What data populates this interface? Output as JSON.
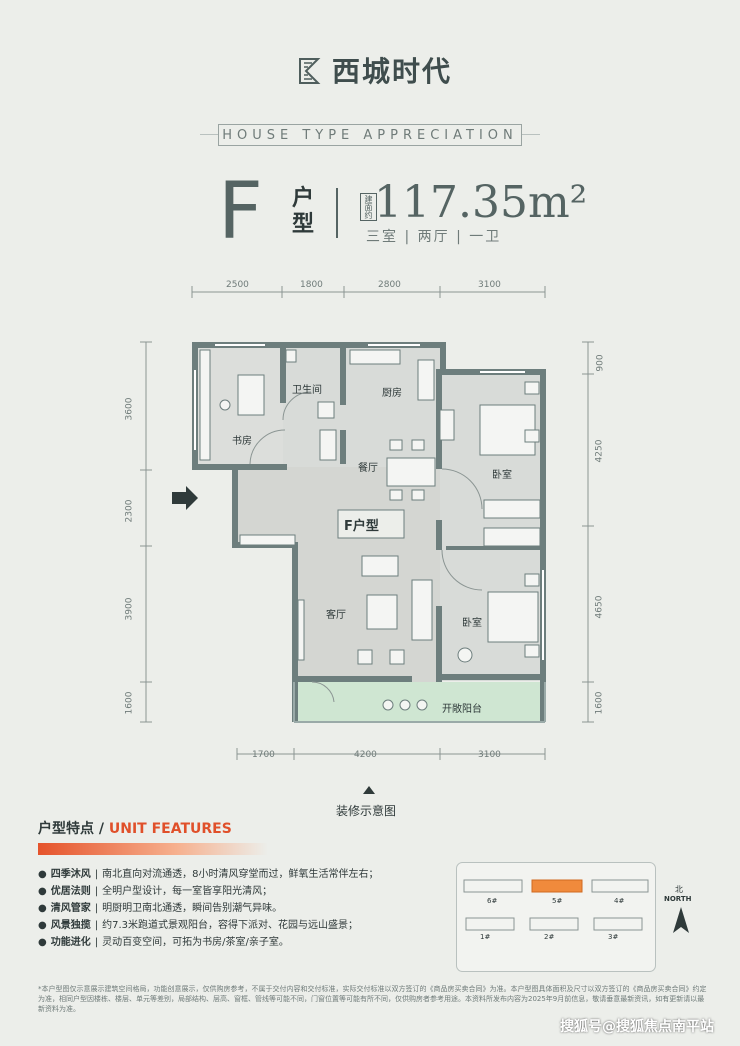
{
  "brand": {
    "name": "西城时代"
  },
  "banner": "HOUSE TYPE APPRECIATION",
  "unit": {
    "letter": "F",
    "label_line1": "户",
    "label_line2": "型",
    "area_tag": "建面约",
    "area": "117.35m²",
    "rooms": "三室 | 两厅 | 一卫"
  },
  "dimensions": {
    "top": [
      "2500",
      "1800",
      "2800",
      "3100"
    ],
    "bottom": [
      "1700",
      "4200",
      "3100"
    ],
    "left": [
      "3600",
      "2300",
      "3900",
      "1600"
    ],
    "right": [
      "900",
      "4250",
      "4650",
      "1600"
    ]
  },
  "rooms": {
    "study": "书房",
    "bathroom": "卫生间",
    "kitchen": "厨房",
    "dining": "餐厅",
    "bedroom1": "卧室",
    "bedroom2": "卧室",
    "living": "客厅",
    "balcony": "开敞阳台",
    "plan_label": "F户型"
  },
  "caption": "装修示意图",
  "features": {
    "title_cn": "户型特点 / ",
    "title_en": "UNIT FEATURES",
    "items": [
      {
        "key": "四季沐风",
        "text": "南北直向对流通透，8小时清风穿堂而过，鲜氧生活常伴左右；"
      },
      {
        "key": "优居法则",
        "text": "全明户型设计，每一室皆享阳光清风；"
      },
      {
        "key": "清风管家",
        "text": "明厨明卫南北通透，瞬间告别潮气异味。"
      },
      {
        "key": "风景独揽",
        "text": "约7.3米跑道式景观阳台，容得下派对、花园与远山盛景；"
      },
      {
        "key": "功能进化",
        "text": "灵动百变空间，可拓为书房/茶室/亲子室。"
      }
    ]
  },
  "siteplan": {
    "buildings": [
      "6#",
      "5#",
      "4#",
      "1#",
      "2#",
      "3#"
    ],
    "compass_cn": "北",
    "compass_en": "NORTH"
  },
  "disclaimer": "*本户型图仅示意展示建筑空间格局，功能创意展示，仅供购房参考，不属于交付内容和交付标准，实际交付标准以双方签订的《商品房买卖合同》为准。本户型图具体面积及尺寸以双方签订的《商品房买卖合同》约定为准，相同户型因楼栋、楼层、单元等差别，局部结构、层高、窗框、管线等可能不同，门窗位置等可能有所不同，仅供购房者参考用途。本资料所发布内容为2025年9月前信息，敬请垂意最新资讯，如有更新请以最新资料为准。",
  "watermark": "搜狐号@搜狐焦点南平站",
  "colors": {
    "accent": "#e0502a",
    "wall": "#6d7e7d",
    "floor": "#d4d6d2",
    "balcony": "#cfe6d2"
  }
}
